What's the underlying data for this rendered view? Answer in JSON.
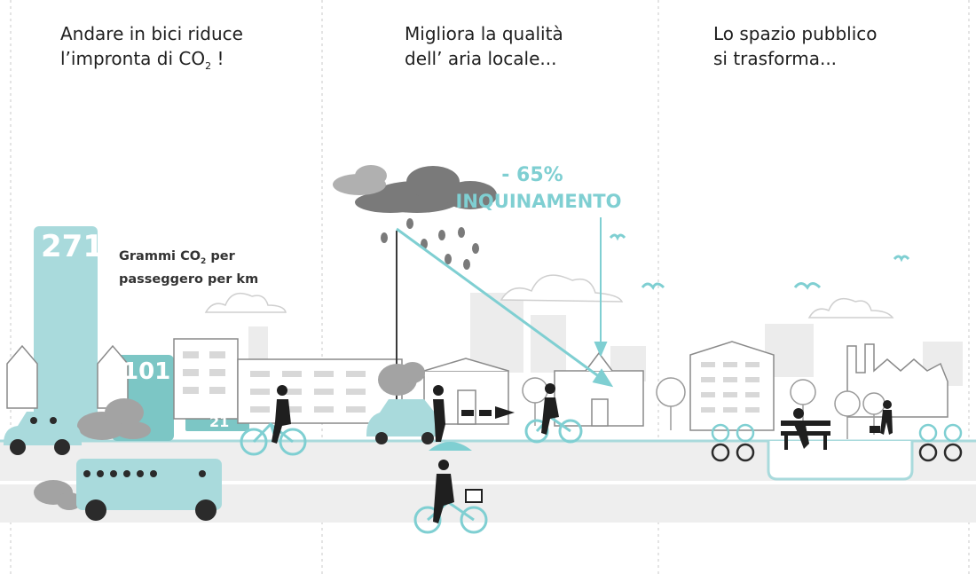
{
  "panels": [
    {
      "title_line1": "Andare in bici riduce",
      "title_line2_prefix": "l’impronta di CO",
      "title_line2_sub": "2",
      "title_line2_suffix": " !"
    },
    {
      "title_line1": "Migliora la qualità",
      "title_line2": "dell’ aria locale..."
    },
    {
      "title_line1": "Lo spazio pubblico",
      "title_line2": "si trasforma..."
    }
  ],
  "emissions": {
    "caption_line1_prefix": "Grammi CO",
    "caption_line1_sub": "2",
    "caption_line1_suffix": " per",
    "caption_line2": "passeggero per km",
    "bars": [
      {
        "label": "271",
        "value": 271,
        "mode": "car"
      },
      {
        "label": "101",
        "value": 101,
        "mode": "bus"
      },
      {
        "label": "21",
        "value": 21,
        "mode": "train"
      }
    ]
  },
  "pollution": {
    "percent": "- 65%",
    "label": "INQUINAMENTO"
  },
  "colors": {
    "accent": "#7fcfd2",
    "bar_light": "#a9dadc",
    "bar_mid": "#7cc6c5",
    "road": "#e6e6e6",
    "building": "#8a8a8a",
    "cloud": "#7a7a7a",
    "ink": "#1f1f1f"
  }
}
